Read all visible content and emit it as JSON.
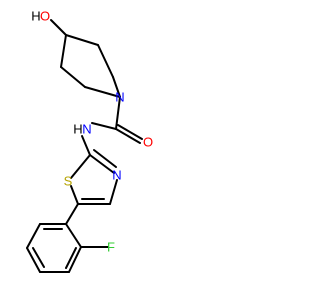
{
  "molecule": {
    "atoms": {
      "hydroxyl_o": "O",
      "hydroxyl_h": "H",
      "piperidine_n": "N",
      "amide_n": "N",
      "amide_h": "H",
      "carbonyl_o": "O",
      "thiazole_s": "S",
      "thiazole_n": "N",
      "fluorine": "F"
    },
    "colors": {
      "bond": "#000000",
      "oxygen": "#ff0000",
      "nitrogen": "#0000ff",
      "sulfur": "#b5a300",
      "fluorine": "#33cc33",
      "hydrogen": "#000000"
    }
  }
}
